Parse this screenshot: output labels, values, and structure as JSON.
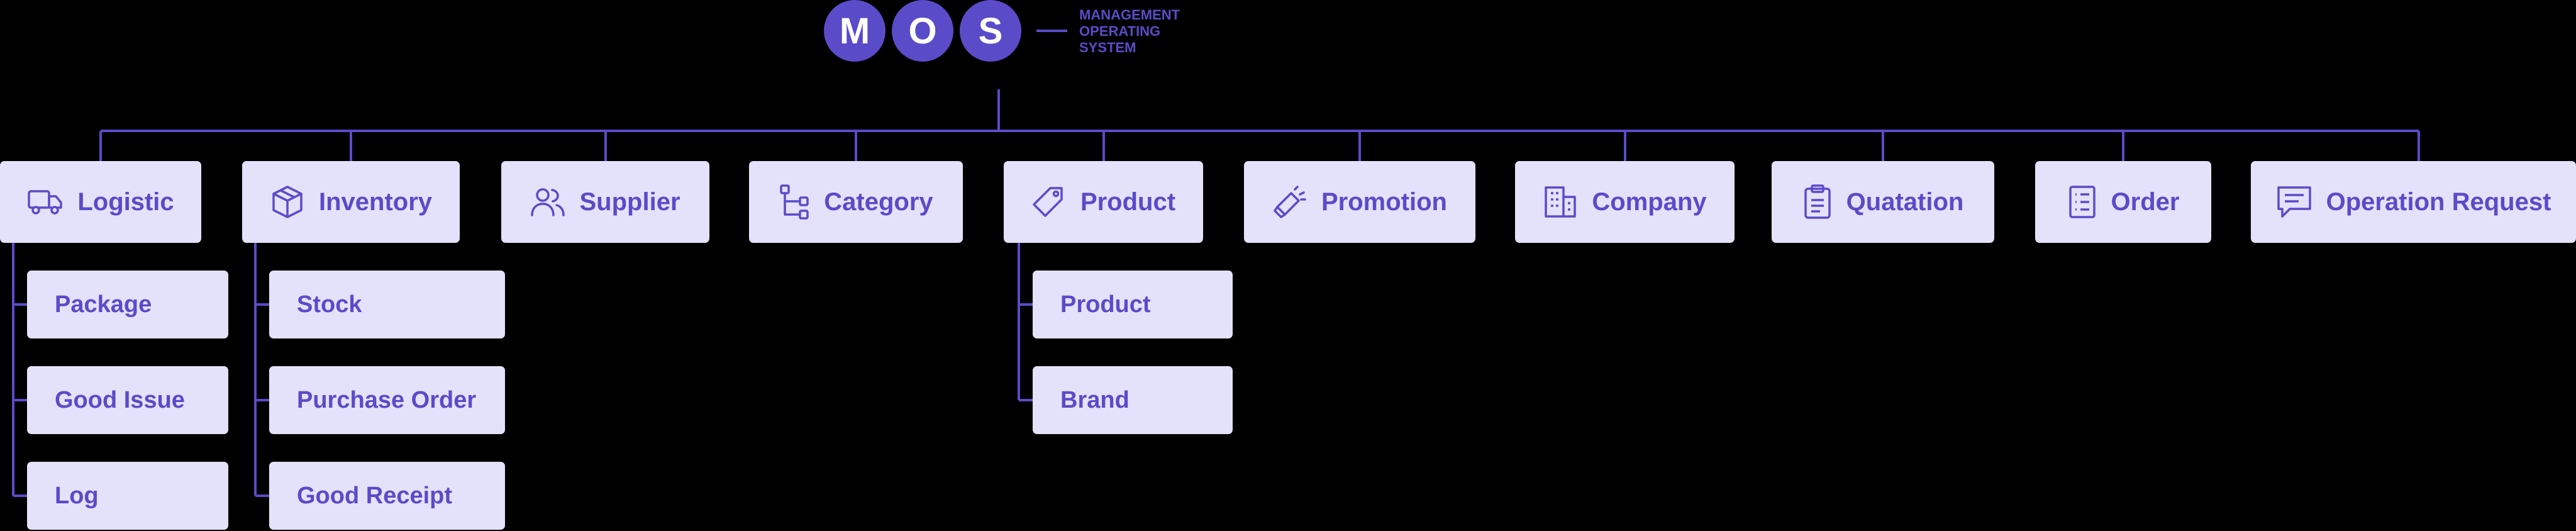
{
  "logo": {
    "letters": [
      "M",
      "O",
      "S"
    ],
    "tagline": [
      "MANAGEMENT",
      "OPERATING",
      "SYSTEM"
    ]
  },
  "modules": [
    {
      "label": "Logistic",
      "icon": "truck-icon",
      "children": [
        "Package",
        "Good Issue",
        "Log"
      ]
    },
    {
      "label": "Inventory",
      "icon": "box-icon",
      "children": [
        "Stock",
        "Purchase Order",
        "Good Receipt"
      ]
    },
    {
      "label": "Supplier",
      "icon": "users-icon",
      "children": []
    },
    {
      "label": "Category",
      "icon": "hierarchy-icon",
      "children": []
    },
    {
      "label": "Product",
      "icon": "tag-icon",
      "children": [
        "Product",
        "Brand"
      ]
    },
    {
      "label": "Promotion",
      "icon": "megaphone-icon",
      "children": []
    },
    {
      "label": "Company",
      "icon": "building-icon",
      "children": []
    },
    {
      "label": "Quatation",
      "icon": "clipboard-icon",
      "children": []
    },
    {
      "label": "Order",
      "icon": "list-icon",
      "children": []
    },
    {
      "label": "Operation Request",
      "icon": "message-icon",
      "children": []
    }
  ],
  "colors": {
    "primary": "#5a4bc9",
    "box": "#e4e2fb",
    "background": "#000000"
  }
}
